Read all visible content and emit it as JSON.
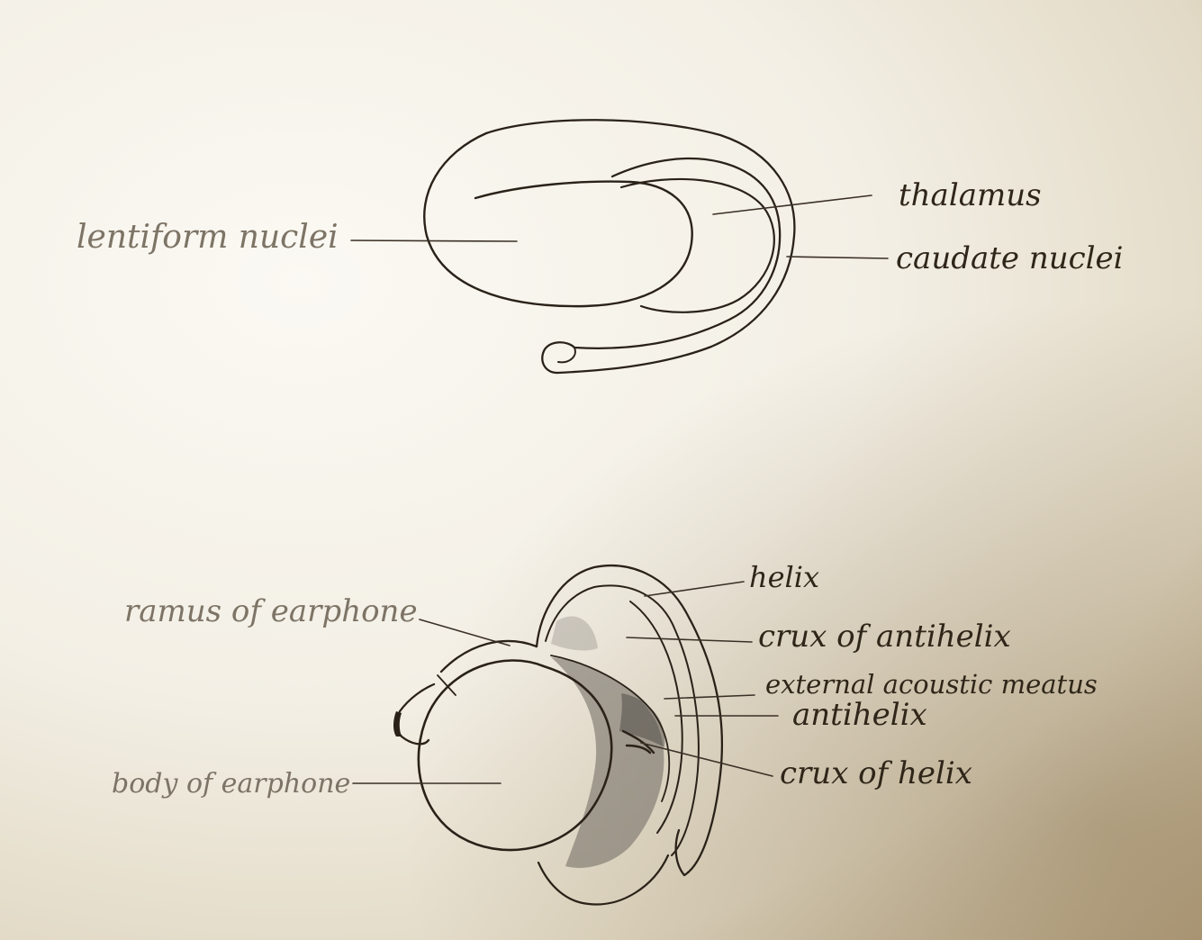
{
  "colors": {
    "paper": "#f3efe5",
    "ink": "#2a2219",
    "pencil": "#7d7466",
    "shading": "#6b665f"
  },
  "brain_diagram": {
    "labels": {
      "lentiform": "lentiform nuclei",
      "thalamus": "thalamus",
      "caudate": "caudate nuclei"
    }
  },
  "earphone_diagram": {
    "labels": {
      "ramus": "ramus of earphone",
      "body": "body of earphone",
      "helix": "helix",
      "crux_antihelix": "crux of antihelix",
      "meatus": "external acoustic meatus",
      "antihelix": "antihelix",
      "crux_helix": "crux of helix"
    }
  }
}
